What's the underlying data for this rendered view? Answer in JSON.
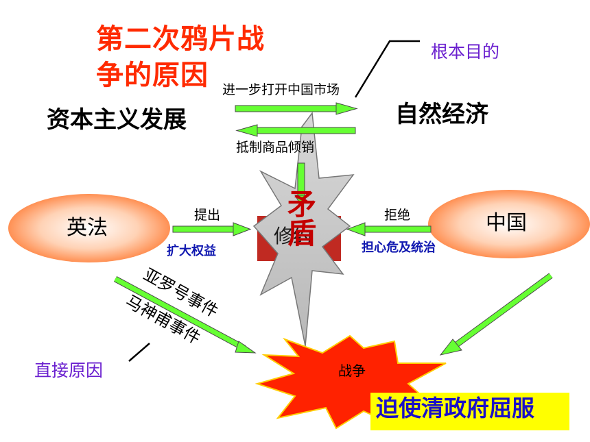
{
  "title": {
    "line1": "第二次鸦片战",
    "line2": "争的原因"
  },
  "nodes": {
    "capitalism": "资本主义发展",
    "natural_economy": "自然经济",
    "britain_france": "英法",
    "china": "中国",
    "war": "战争",
    "revise": "修约",
    "conflict": "矛盾"
  },
  "arrows": {
    "open_market": "进一步打开中国市场",
    "resist_goods": "抵制商品倾销",
    "propose": "提出",
    "expand_rights": "扩大权益",
    "refuse": "拒绝",
    "worry_rule": "担心危及统治"
  },
  "events": {
    "arrow_incident": "亚罗号事件",
    "ma_shenfu_incident": "马神甫事件"
  },
  "annotations": {
    "fundamental_purpose": "根本目的",
    "direct_cause": "直接原因"
  },
  "result": "迫使清政府屈服",
  "colors": {
    "title_red": "#ff2a00",
    "arrow_green": "#66ff33",
    "oval_orange": "#ff7f3a",
    "explosion_red": "#ff2200",
    "purple_text": "#6a1fcf",
    "blue_text": "#1018b0",
    "highlight_yellow": "#ffff00"
  }
}
